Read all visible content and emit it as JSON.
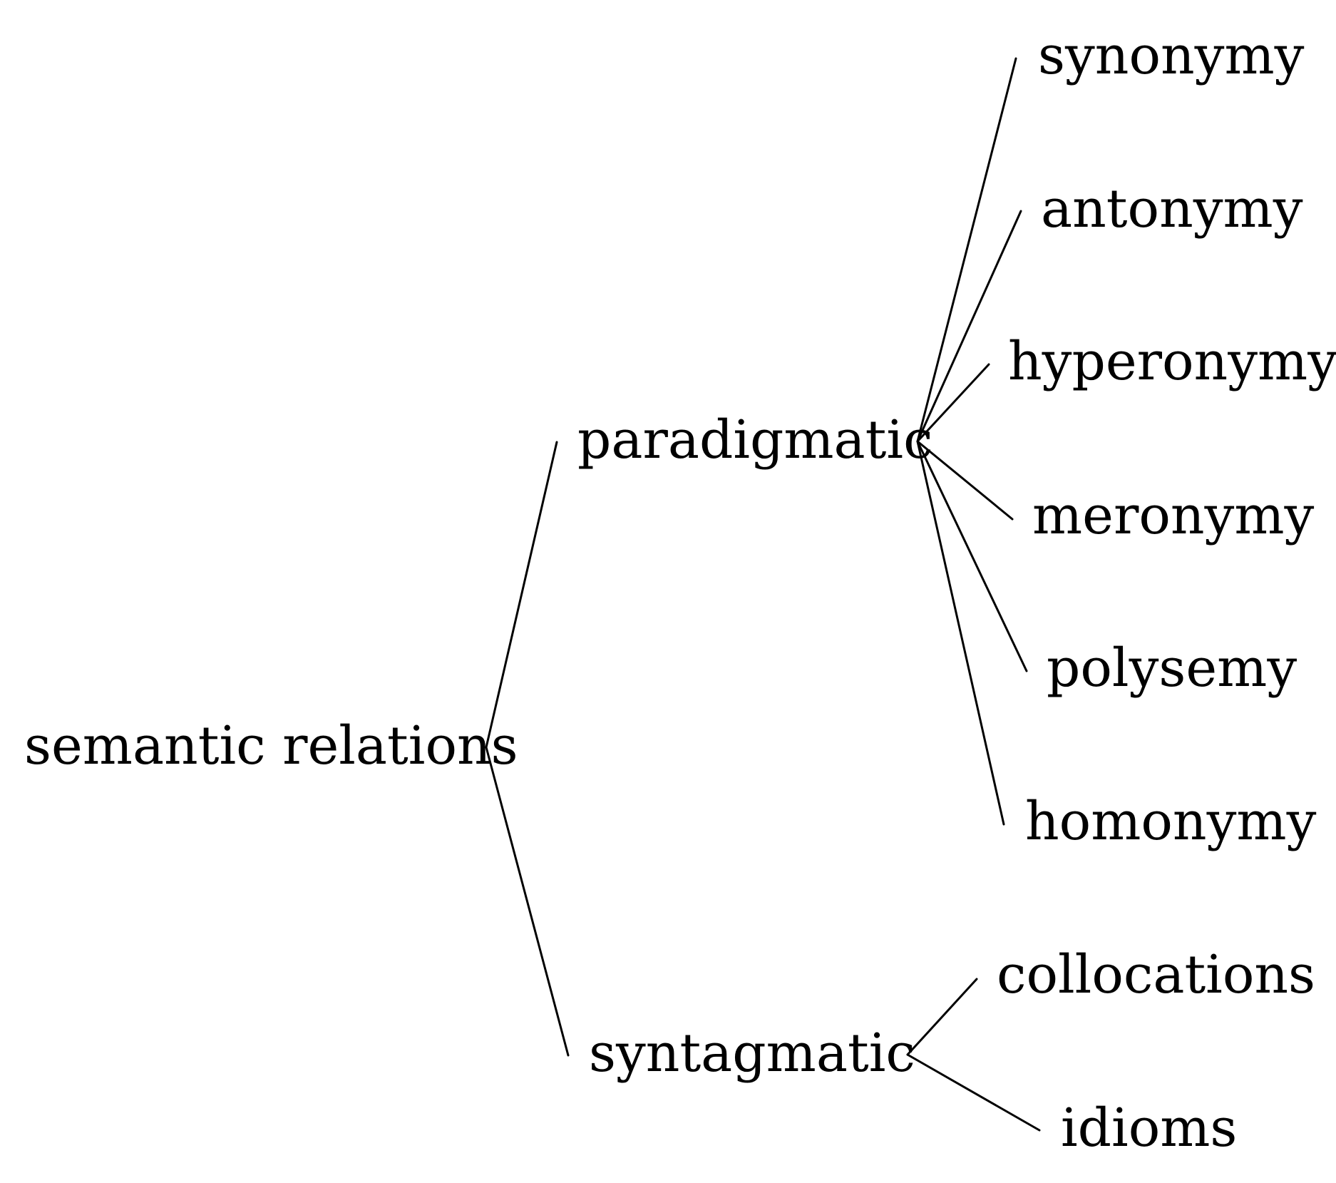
{
  "tree": {
    "root": "semantic relations",
    "branches": [
      {
        "label": "paradigmatic",
        "children": [
          "synonymy",
          "antonymy",
          "hyperonymy",
          "meronymy",
          "polysemy",
          "homonymy"
        ]
      },
      {
        "label": "syntagmatic",
        "children": [
          "collocations",
          "idioms"
        ]
      }
    ]
  },
  "colors": {
    "line": "#000000",
    "text": "#000000",
    "background": "#ffffff"
  }
}
